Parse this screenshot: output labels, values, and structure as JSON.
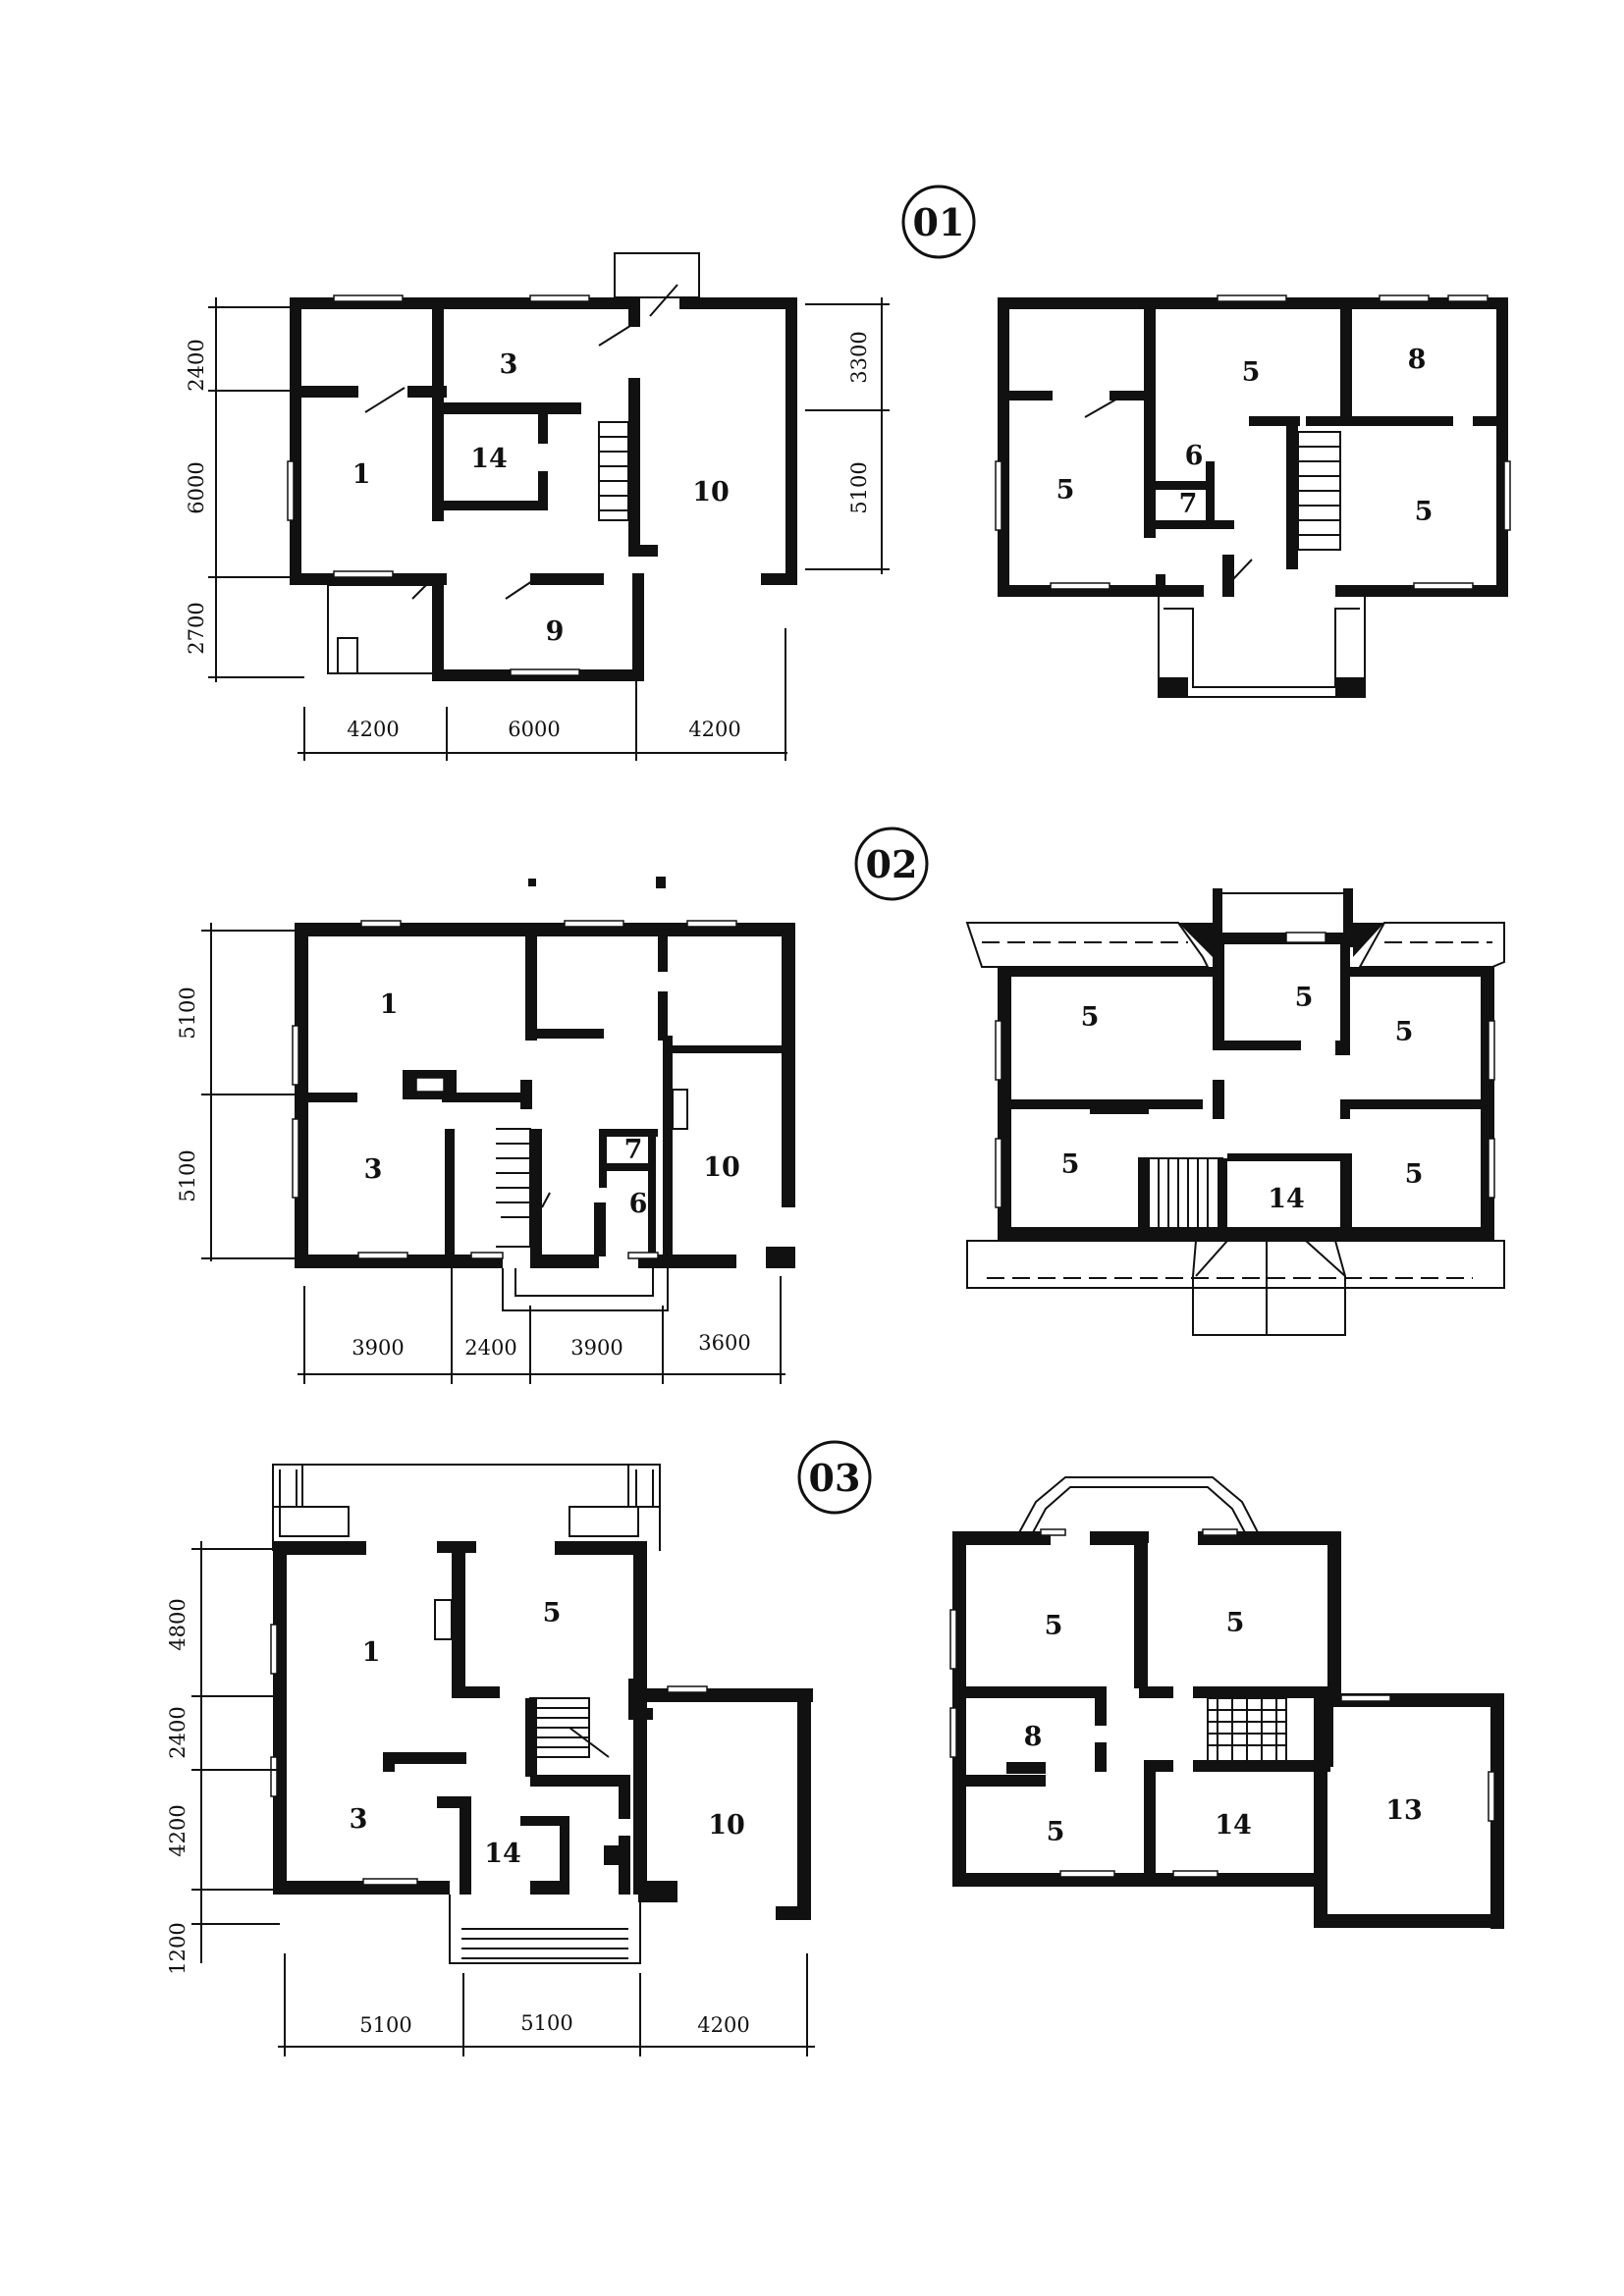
{
  "plans": [
    {
      "id": "01",
      "ground": {
        "rooms": [
          "1",
          "3",
          "14",
          "10",
          "9"
        ],
        "dims_left": [
          "2400",
          "6000",
          "2700"
        ],
        "dims_bottom": [
          "4200",
          "6000",
          "4200"
        ],
        "dims_right": [
          "3300",
          "5100"
        ]
      },
      "upper": {
        "rooms": [
          "5",
          "5",
          "8",
          "6",
          "7",
          "5"
        ]
      }
    },
    {
      "id": "02",
      "ground": {
        "rooms": [
          "1",
          "3",
          "7",
          "6",
          "10"
        ],
        "dims_left": [
          "5100",
          "5100"
        ],
        "dims_bottom": [
          "3900",
          "2400",
          "3900",
          "3600"
        ]
      },
      "upper": {
        "rooms": [
          "5",
          "5",
          "5",
          "5",
          "14",
          "5"
        ]
      }
    },
    {
      "id": "03",
      "ground": {
        "rooms": [
          "1",
          "5",
          "3",
          "14",
          "10"
        ],
        "dims_left": [
          "4800",
          "2400",
          "4200",
          "1200"
        ],
        "dims_bottom": [
          "5100",
          "5100",
          "4200"
        ]
      },
      "upper": {
        "rooms": [
          "5",
          "5",
          "8",
          "5",
          "14",
          "13"
        ]
      }
    }
  ]
}
